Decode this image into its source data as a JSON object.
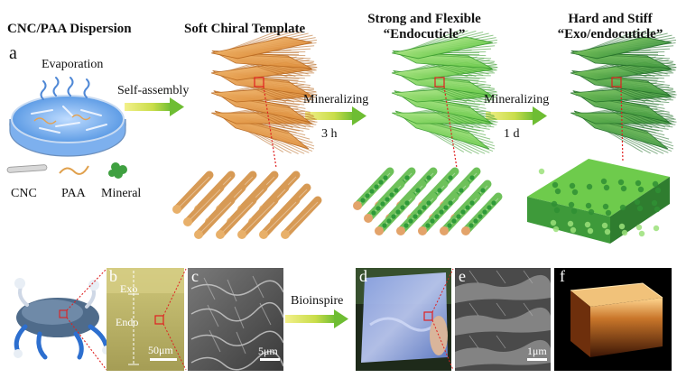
{
  "titles": {
    "dispersion": "CNC/PAA Dispersion",
    "template": "Soft Chiral Template",
    "endo_line1": "Strong and Flexible",
    "endo_line2": "“Endocuticle”",
    "exo_line1": "Hard and Stiff",
    "exo_line2": "“Exo/endocuticle”"
  },
  "panel_a": {
    "letter": "a",
    "evaporation": "Evaporation",
    "self_assembly": "Self-assembly",
    "mineralizing_1": "Mineralizing",
    "time_1": "3 h",
    "mineralizing_2": "Mineralizing",
    "time_2": "1 d",
    "legend": {
      "cnc": "CNC",
      "paa": "PAA",
      "mineral": "Mineral"
    }
  },
  "panel_b": {
    "letter": "b",
    "exo": "Exo",
    "endo": "Endo",
    "scale": "50μm"
  },
  "panel_c": {
    "letter": "c",
    "scale": "5μm"
  },
  "bioinspire": "Bioinspire",
  "panel_d": {
    "letter": "d"
  },
  "panel_e": {
    "letter": "e",
    "scale": "1μm"
  },
  "panel_f": {
    "letter": "f"
  },
  "colors": {
    "orange": "#e89a3c",
    "green_light": "#8fdc5a",
    "green_dark": "#3e9a3a",
    "arrow_yellow": "#e6e04a",
    "arrow_green": "#7cc23a",
    "dish_blue": "#6aa6e8",
    "panel_b_bg": "#b5ae62"
  }
}
